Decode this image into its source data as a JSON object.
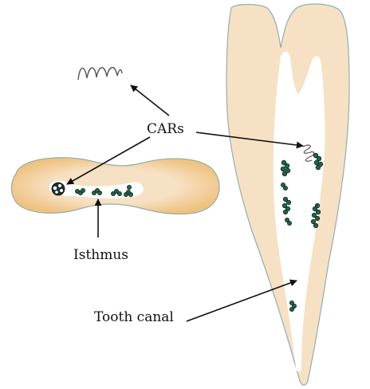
{
  "labels": {
    "cars": "CARs",
    "isthmus": "Isthmus",
    "tooth_canal": "Tooth canal"
  },
  "colors": {
    "dentin": "#f7e1c4",
    "dentin_outline": "#8fb0ae",
    "root_orange": "#f0c987",
    "canal": "#ffffff",
    "bacteria_fill": "#24624b",
    "bacteria_outline": "#0d2b21",
    "arrow": "#111111"
  },
  "icons": [
    "spiral-bacteria-icon",
    "bacteria-cluster-icon"
  ]
}
